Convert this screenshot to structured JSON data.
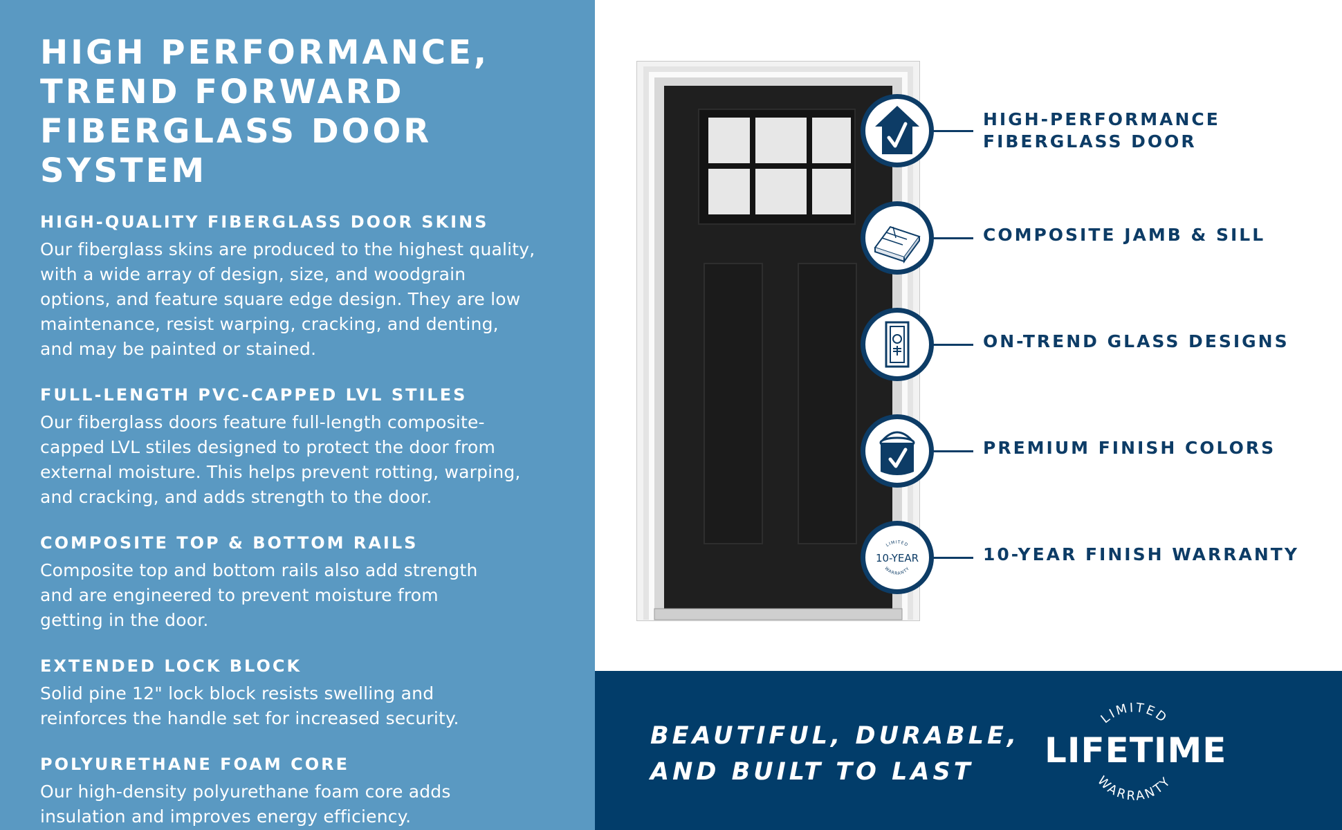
{
  "left_panel": {
    "title": "HIGH PERFORMANCE,\nTREND FORWARD\nFIBERGLASS DOOR SYSTEM",
    "sections": [
      {
        "heading": "HIGH-QUALITY FIBERGLASS DOOR SKINS",
        "body": "Our fiberglass skins are produced to the highest quality,\nwith a wide array of design, size, and woodgrain\noptions, and feature square edge design. They are low\nmaintenance, resist warping, cracking, and denting,\nand may be painted or stained."
      },
      {
        "heading": "FULL-LENGTH PVC-CAPPED LVL STILES",
        "body": "Our fiberglass doors feature full-length composite-\ncapped LVL stiles designed to protect the door from\nexternal moisture. This helps prevent rotting, warping,\nand cracking, and adds strength to the door."
      },
      {
        "heading": "COMPOSITE TOP & BOTTOM RAILS",
        "body": "Composite top and bottom rails also add strength\nand are engineered to prevent moisture from\ngetting in the door."
      },
      {
        "heading": "EXTENDED LOCK BLOCK",
        "body": "Solid pine 12\" lock block resists swelling and\nreinforces the handle set for increased security."
      },
      {
        "heading": "POLYURETHANE FOAM CORE",
        "body": "Our high-density polyurethane foam core adds\ninsulation and improves energy efficiency."
      }
    ]
  },
  "features": [
    {
      "label": "HIGH-PERFORMANCE\nFIBERGLASS DOOR",
      "icon": "house-check-icon"
    },
    {
      "label": "COMPOSITE JAMB & SILL",
      "icon": "jamb-sill-icon"
    },
    {
      "label": "ON-TREND GLASS DESIGNS",
      "icon": "glass-panel-icon"
    },
    {
      "label": "PREMIUM FINISH COLORS",
      "icon": "paint-can-icon"
    },
    {
      "label": "10-YEAR FINISH WARRANTY",
      "icon": "warranty-seal-icon"
    }
  ],
  "warranty_seal": {
    "arc_top": "LIMITED",
    "center": "10-YEAR",
    "arc_bottom": "WARRANTY"
  },
  "footer": {
    "tagline": "BEAUTIFUL, DURABLE,\nAND BUILT TO LAST",
    "badge": {
      "arc_top": "LIMITED",
      "center": "LIFETIME",
      "arc_bottom": "WARRANTY"
    }
  },
  "colors": {
    "left_panel_bg": "#5a99c2",
    "navy": "#0d3c66",
    "footer_bg": "#023d6a",
    "door": "#1f1f1f"
  }
}
